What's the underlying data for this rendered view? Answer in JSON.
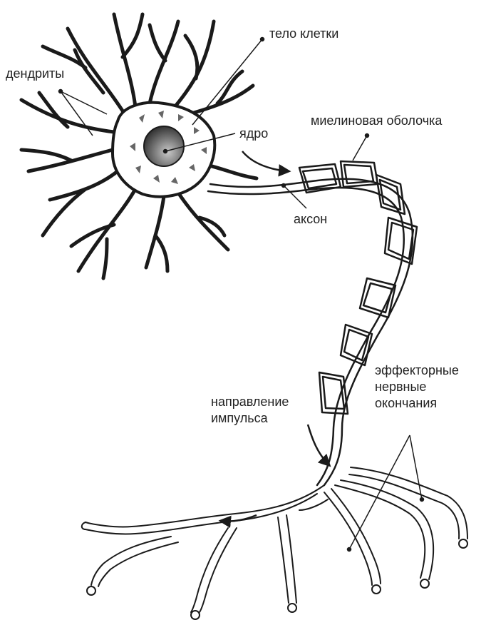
{
  "labels": {
    "cell_body": "тело клетки",
    "dendrites": "дендриты",
    "myelin_sheath": "миелиновая оболочка",
    "nucleus": "ядро",
    "axon": "аксон",
    "effector_endings": "эффекторные\nнервные\nокончания",
    "impulse_direction": "направление\nимпульса"
  },
  "colors": {
    "ink": "#1a1a1a",
    "nucleus_dark": "#3a3a3a",
    "nucleus_light": "#b8b8b8",
    "organelle": "#666666"
  }
}
